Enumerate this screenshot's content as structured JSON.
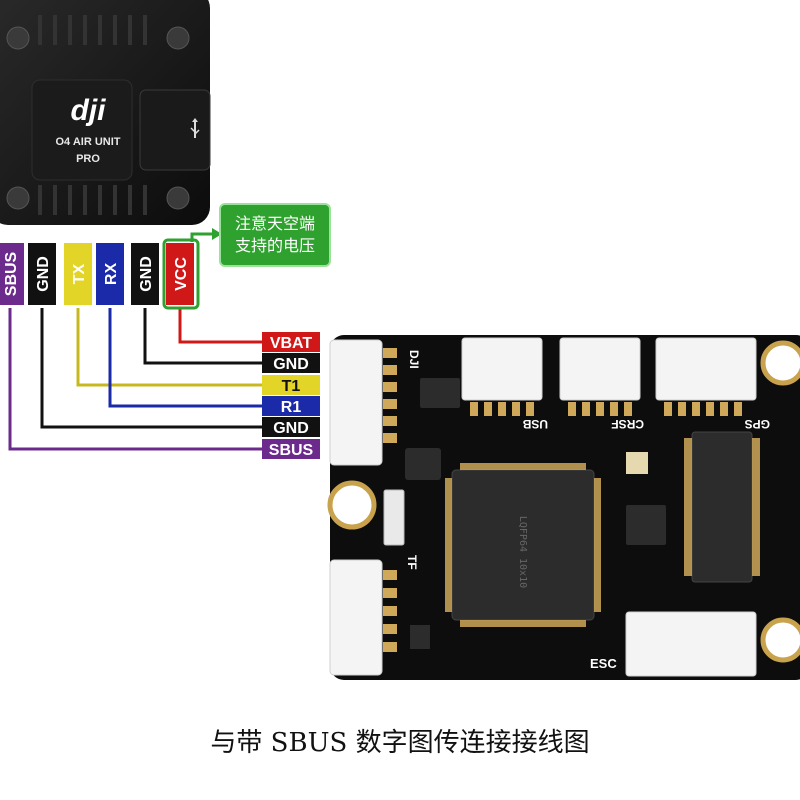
{
  "air_unit": {
    "brand": "dji",
    "model_line1": "O4 AIR UNIT",
    "model_line2": "PRO",
    "usb_icon": "usb-icon"
  },
  "air_unit_pins": [
    {
      "label": "SBUS",
      "color": "#6b2a8c"
    },
    {
      "label": "GND",
      "color": "#111111"
    },
    {
      "label": "TX",
      "color": "#e3d428"
    },
    {
      "label": "RX",
      "color": "#1a2aa8"
    },
    {
      "label": "GND",
      "color": "#111111"
    },
    {
      "label": "VCC",
      "color": "#d01818"
    }
  ],
  "note": {
    "line1": "注意天空端",
    "line2": "支持的电压"
  },
  "fc_pins": [
    {
      "label": "VBAT",
      "color": "#d01818"
    },
    {
      "label": "GND",
      "color": "#111111"
    },
    {
      "label": "T1",
      "color": "#e3d428"
    },
    {
      "label": "R1",
      "color": "#1a2aa8"
    },
    {
      "label": "GND",
      "color": "#111111"
    },
    {
      "label": "SBUS",
      "color": "#6b2a8c"
    }
  ],
  "board_labels": {
    "dji": "DJI",
    "usb": "USB",
    "crsf": "CRSF",
    "gps": "GPS",
    "tf": "TF",
    "esc": "ESC",
    "mcu": "LQFP64 10x10"
  },
  "caption": "与带 SBUS 数字图传连接接线图"
}
